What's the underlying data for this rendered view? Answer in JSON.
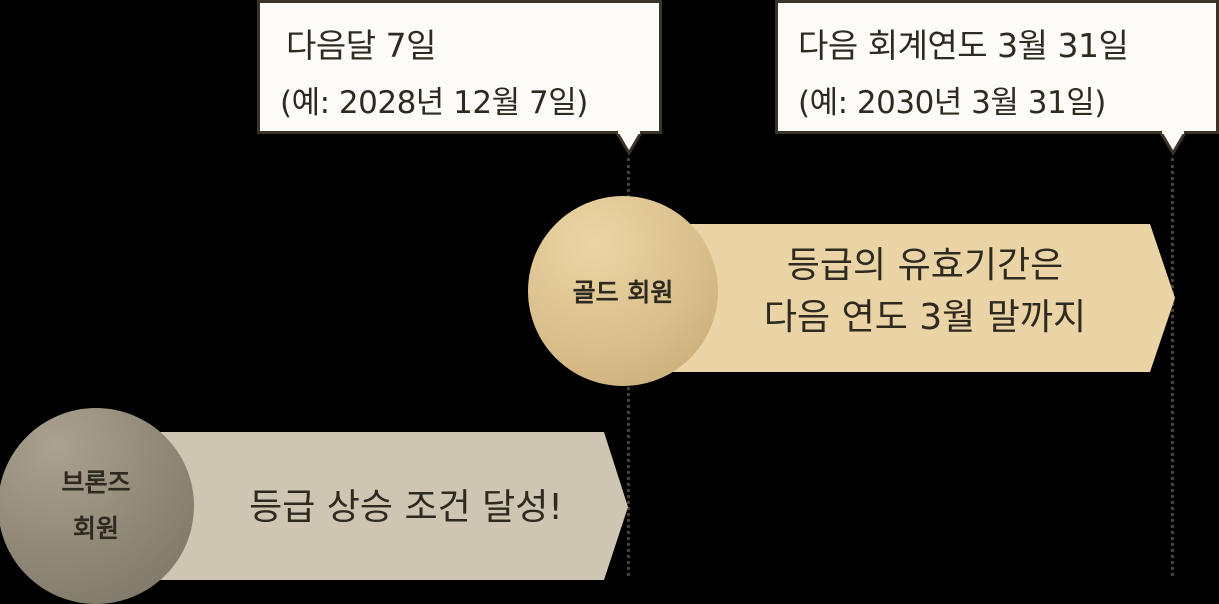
{
  "callouts": [
    {
      "line1": "다음달 7일",
      "line2": "(예: 2028년 12월 7일)"
    },
    {
      "line1": "다음 회계연도 3월 31일",
      "line2": "(예: 2030년 3월 31일)"
    }
  ],
  "tiers": {
    "gold": {
      "label": "골드 회원",
      "message_line1": "등급의 유효기간은",
      "message_line2": "다음 연도 3월 말까지",
      "circle_color": "#d8bf8e",
      "arrow_color": "#ead4a6"
    },
    "bronze": {
      "label_line1": "브론즈",
      "label_line2": "회원",
      "message": "등급 상승 조건 달성!",
      "circle_color": "#8f8776",
      "arrow_color": "#cec6b2"
    }
  },
  "colors": {
    "background": "#000000",
    "text": "#2f2a20",
    "callout_bg": "#fdfbf8",
    "callout_border": "#3a3428"
  }
}
